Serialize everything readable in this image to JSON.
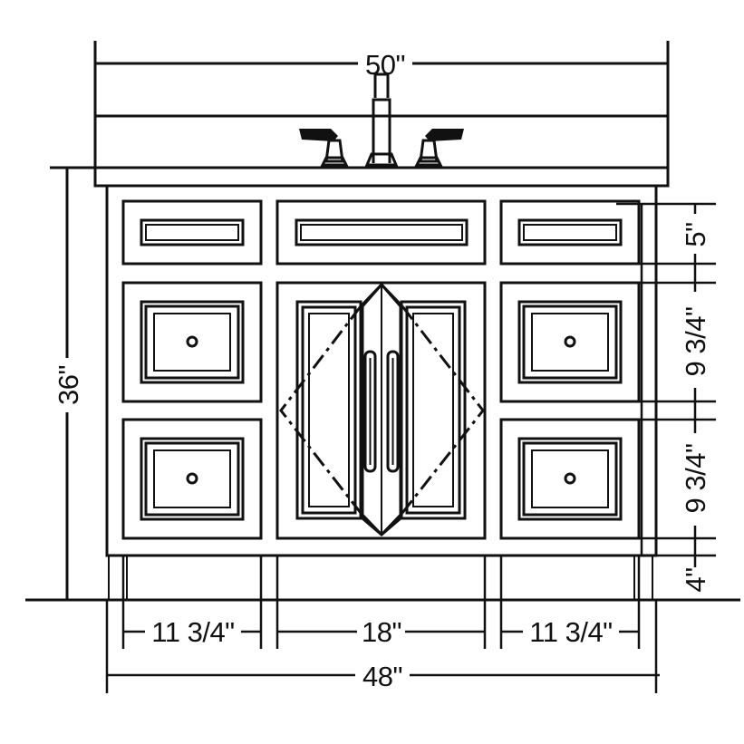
{
  "dimensions": {
    "top_width": "50\"",
    "total_height": "36\"",
    "drawer_height": "5\"",
    "upper_door_height": "9 3/4\"",
    "lower_door_height": "9 3/4\"",
    "toe_kick_height": "4\"",
    "left_section_width": "11 3/4\"",
    "center_section_width": "18\"",
    "right_section_width": "11 3/4\"",
    "cabinet_width": "48\""
  }
}
